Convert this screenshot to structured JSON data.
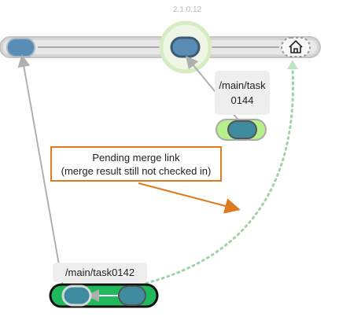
{
  "version_label": "2.1.0.12",
  "branches": {
    "task0144": {
      "label_line1": "/main/task",
      "label_line2": "0144"
    },
    "task0142": {
      "label": "/main/task0142"
    }
  },
  "annotation": {
    "line1": "Pending merge link",
    "line2": "(merge result still not checked in)"
  },
  "colors": {
    "main_track": "#d6d6d6",
    "node_fill": "#5a8db5",
    "node_dark": "#365066",
    "highlight_ring": "#d7ecc3",
    "task0144_track": "#b6f08a",
    "task0142_track": "#1fb85a",
    "merge_link": "#9ed3a8",
    "annotation_border": "#e07a1e"
  },
  "icons": {
    "home": "home-icon"
  }
}
